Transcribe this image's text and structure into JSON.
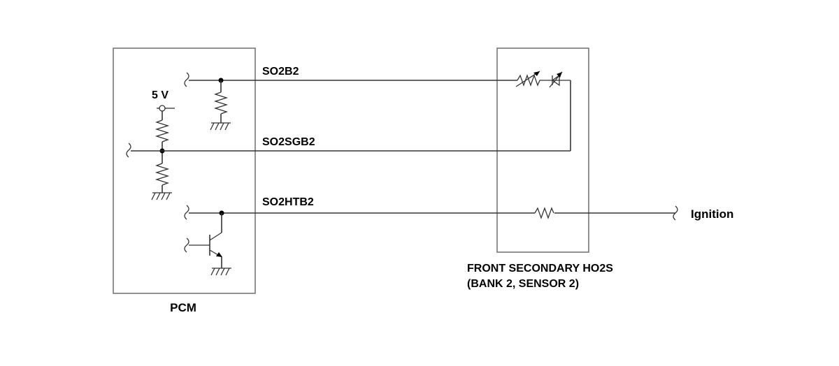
{
  "pcm": {
    "label": "PCM",
    "supply_label": "5 V"
  },
  "signals": {
    "so2b2": "SO2B2",
    "so2sgb2": "SO2SGB2",
    "so2htb2": "SO2HTB2"
  },
  "sensor": {
    "title_line1": "FRONT SECONDARY HO2S",
    "title_line2": "(BANK 2, SENSOR 2)"
  },
  "ignition_label": "Ignition"
}
